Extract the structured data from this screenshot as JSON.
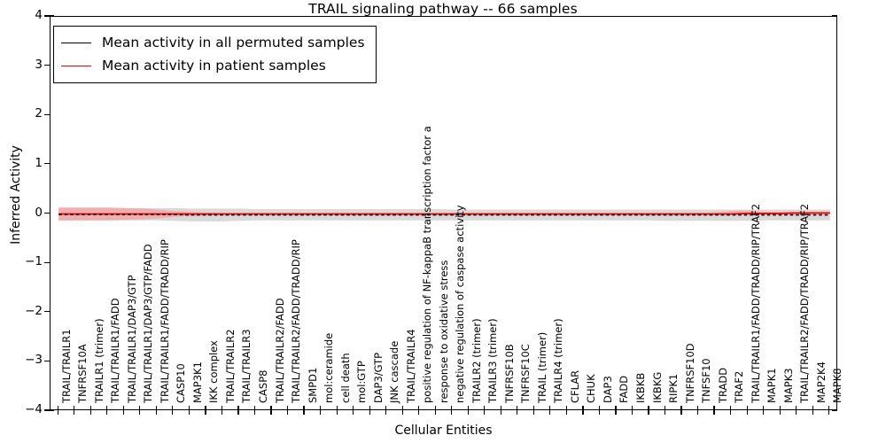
{
  "chart_data": {
    "type": "line",
    "title": "TRAIL signaling pathway -- 66 samples",
    "xlabel": "Cellular Entities",
    "ylabel": "Inferred Activity",
    "ylim": [
      -4,
      4
    ],
    "yticks": [
      "-4",
      "-3",
      "-2",
      "-1",
      "0",
      "1",
      "2",
      "3",
      "4"
    ],
    "grid": false,
    "legend_position": "upper left",
    "colors": {
      "permuted_line": "#000000",
      "patient_line": "#ff0000",
      "permuted_band": "#d9d9d9",
      "patient_band": "#f4a6a6",
      "frame": "#000000",
      "background": "#ffffff"
    },
    "categories": [
      "TRAIL/TRAILR1",
      "TNFRSF10A",
      "TRAILR1 (trimer)",
      "TRAIL/TRAILR1/FADD",
      "TRAIL/TRAILR1/DAP3/GTP",
      "TRAIL/TRAILR1/DAP3/GTP/FADD",
      "TRAIL/TRAILR1/FADD/TRADD/RIP",
      "CASP10",
      "MAP3K1",
      "IKK complex",
      "TRAIL/TRAILR2",
      "TRAIL/TRAILR3",
      "CASP8",
      "TRAIL/TRAILR2/FADD",
      "TRAIL/TRAILR2/FADD/TRADD/RIP",
      "SMPD1",
      "mol:ceramide",
      "cell death",
      "mol:GTP",
      "DAP3/GTP",
      "JNK cascade",
      "TRAIL/TRAILR4",
      "positive regulation of NF-kappaB transcription factor a",
      "response to oxidative stress",
      "negative regulation of caspase activity",
      "TRAILR2 (trimer)",
      "TRAILR3 (trimer)",
      "TNFRSF10B",
      "TNFRSF10C",
      "TRAIL (trimer)",
      "TRAILR4 (trimer)",
      "CFLAR",
      "CHUK",
      "DAP3",
      "FADD",
      "IKBKB",
      "IKBKG",
      "RIPK1",
      "TNFRSF10D",
      "TNFSF10",
      "TRADD",
      "TRAF2",
      "TRAIL/TRAILR1/FADD/TRADD/RIP/TRAF2",
      "MAPK1",
      "MAPK3",
      "TRAIL/TRAILR2/FADD/TRADD/RIP/TRAF2",
      "MAP2K4",
      "MAPK8"
    ],
    "series": [
      {
        "name": "Mean activity in all permuted samples",
        "color": "#000000",
        "style": "dotted",
        "values": [
          -0.01,
          -0.01,
          -0.01,
          -0.01,
          -0.01,
          -0.01,
          -0.01,
          -0.01,
          -0.02,
          -0.02,
          -0.02,
          -0.02,
          -0.02,
          -0.02,
          -0.02,
          -0.02,
          -0.02,
          -0.02,
          -0.02,
          -0.02,
          -0.02,
          -0.02,
          -0.02,
          -0.02,
          -0.02,
          -0.02,
          -0.02,
          -0.02,
          -0.02,
          -0.02,
          -0.02,
          -0.02,
          -0.02,
          -0.02,
          -0.02,
          -0.02,
          -0.02,
          -0.02,
          -0.02,
          -0.02,
          -0.02,
          -0.02,
          -0.02,
          -0.02,
          -0.02,
          -0.02,
          -0.02,
          -0.02
        ],
        "band_upper": [
          0.12,
          0.12,
          0.12,
          0.12,
          0.12,
          0.12,
          0.12,
          0.12,
          0.11,
          0.11,
          0.11,
          0.11,
          0.1,
          0.1,
          0.1,
          0.1,
          0.1,
          0.1,
          0.1,
          0.1,
          0.1,
          0.1,
          0.1,
          0.1,
          0.09,
          0.09,
          0.09,
          0.09,
          0.09,
          0.09,
          0.09,
          0.09,
          0.09,
          0.09,
          0.09,
          0.09,
          0.09,
          0.09,
          0.09,
          0.09,
          0.09,
          0.09,
          0.09,
          0.09,
          0.09,
          0.09,
          0.09,
          0.09
        ],
        "band_lower": [
          -0.13,
          -0.13,
          -0.13,
          -0.13,
          -0.13,
          -0.13,
          -0.13,
          -0.14,
          -0.15,
          -0.15,
          -0.15,
          -0.14,
          -0.13,
          -0.13,
          -0.13,
          -0.13,
          -0.13,
          -0.13,
          -0.13,
          -0.13,
          -0.13,
          -0.13,
          -0.13,
          -0.13,
          -0.13,
          -0.13,
          -0.13,
          -0.13,
          -0.13,
          -0.13,
          -0.13,
          -0.13,
          -0.13,
          -0.13,
          -0.13,
          -0.13,
          -0.13,
          -0.14,
          -0.14,
          -0.14,
          -0.14,
          -0.14,
          -0.14,
          -0.13,
          -0.13,
          -0.13,
          -0.13,
          -0.13
        ]
      },
      {
        "name": "Mean activity in patient samples",
        "color": "#ff0000",
        "style": "solid",
        "values": [
          0.0,
          0.0,
          0.0,
          0.0,
          0.0,
          0.0,
          0.0,
          0.0,
          0.0,
          0.0,
          0.0,
          0.0,
          0.0,
          0.0,
          0.0,
          0.0,
          0.0,
          0.0,
          0.0,
          0.0,
          0.0,
          0.0,
          0.0,
          0.0,
          0.0,
          0.0,
          0.0,
          0.0,
          0.0,
          0.0,
          0.0,
          0.0,
          0.0,
          0.0,
          0.0,
          0.0,
          0.0,
          0.0,
          0.0,
          0.0,
          0.0,
          0.0,
          0.01,
          0.01,
          0.01,
          0.02,
          0.02,
          0.02
        ],
        "band_upper": [
          0.13,
          0.13,
          0.13,
          0.13,
          0.12,
          0.11,
          0.09,
          0.06,
          0.04,
          0.03,
          0.02,
          0.02,
          0.02,
          0.02,
          0.02,
          0.02,
          0.02,
          0.02,
          0.02,
          0.02,
          0.02,
          0.02,
          0.02,
          0.02,
          0.02,
          0.02,
          0.02,
          0.02,
          0.02,
          0.02,
          0.02,
          0.02,
          0.02,
          0.02,
          0.02,
          0.02,
          0.02,
          0.02,
          0.02,
          0.02,
          0.03,
          0.06,
          0.07,
          0.04,
          0.04,
          0.04,
          0.04,
          0.04
        ],
        "band_lower": [
          -0.13,
          -0.13,
          -0.13,
          -0.13,
          -0.12,
          -0.11,
          -0.09,
          -0.06,
          -0.04,
          -0.03,
          -0.02,
          -0.02,
          -0.02,
          -0.02,
          -0.02,
          -0.02,
          -0.02,
          -0.02,
          -0.02,
          -0.02,
          -0.02,
          -0.02,
          -0.02,
          -0.02,
          -0.02,
          -0.02,
          -0.02,
          -0.02,
          -0.02,
          -0.02,
          -0.02,
          -0.02,
          -0.02,
          -0.02,
          -0.02,
          -0.02,
          -0.02,
          -0.02,
          -0.02,
          -0.02,
          -0.01,
          0.0,
          0.0,
          -0.01,
          -0.01,
          -0.01,
          -0.01,
          -0.01
        ]
      }
    ],
    "legend": [
      {
        "label": "Mean activity in all permuted samples",
        "color": "#000000"
      },
      {
        "label": "Mean activity in patient samples",
        "color": "#ff0000"
      }
    ]
  }
}
